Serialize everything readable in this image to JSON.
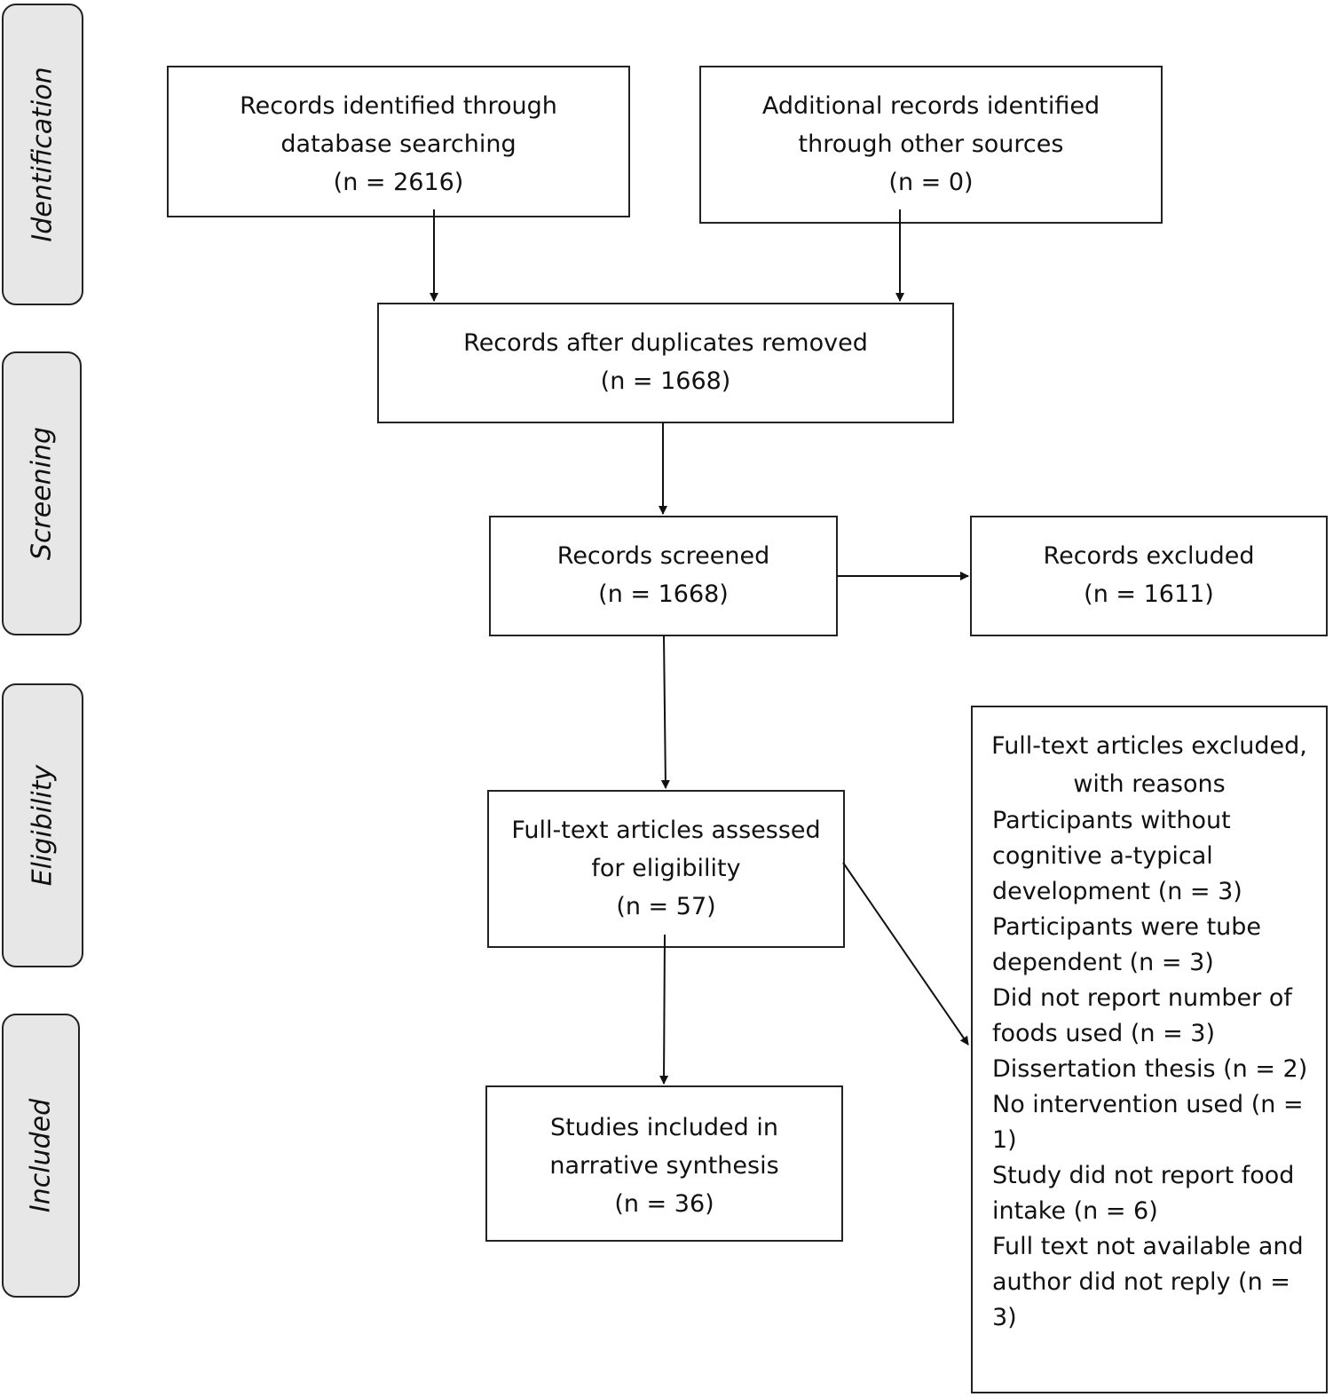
{
  "phases": {
    "identification": "Identification",
    "screening": "Screening",
    "eligibility": "Eligibility",
    "included": "Included"
  },
  "boxes": {
    "db_search": {
      "line1": "Records identified through",
      "line2": "database searching",
      "line3": "(n =  2616)"
    },
    "other_sources": {
      "line1": "Additional records identified",
      "line2": "through other sources",
      "line3": "(n =  0)"
    },
    "duplicates_removed": {
      "line1": "Records after duplicates removed",
      "line2": "(n = 1668)"
    },
    "screened": {
      "line1": "Records screened",
      "line2": "(n = 1668)"
    },
    "excluded": {
      "line1": "Records excluded",
      "line2": "(n = 1611)"
    },
    "full_text": {
      "line1": "Full-text articles assessed",
      "line2": "for eligibility",
      "line3": "(n = 57)"
    },
    "included_studies": {
      "line1": "Studies included in",
      "line2": "narrative synthesis",
      "line3": "(n = 36)"
    },
    "full_text_excluded": {
      "header1": "Full-text articles excluded,",
      "header2": "with reasons",
      "reasons": [
        "Participants without cognitive a-typical development (n = 3)",
        "Participants were tube dependent (n = 3)",
        "Did not report number of foods used (n = 3)",
        "Dissertation thesis (n = 2)",
        "No intervention used (n = 1)",
        "Study did not report food intake (n = 6)",
        "Full text not available and author did not reply (n = 3)"
      ]
    }
  }
}
